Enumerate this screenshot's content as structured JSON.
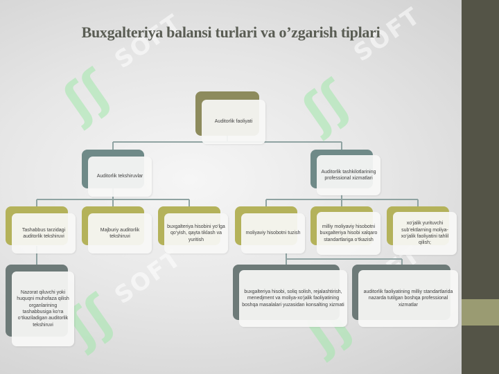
{
  "slide": {
    "title": "Buxgalteriya balansi turlari va o’zgarish tiplari",
    "watermark_text": "SOFT",
    "watermark_glyph": "ʃʃ"
  },
  "diagram": {
    "root": "Auditorlik faoliyati",
    "level1": [
      "Auditorlik tekshiruvlar",
      "Auditorlik tashkilotlarining professional xizmatlari"
    ],
    "level2_left": [
      "Tashabbus tarzidagi auditorlik tekshiruvi",
      "Majburiy auditorlik tekshiruvi",
      "buxgalteriya hisobini yo‘lga qo‘yish, qayta tiklash va yuritish"
    ],
    "level2_right": [
      "moliyaviy hisobotni tuzish",
      "milliy moliyaviy hisobotni buxgalteriya hisobi xalqaro standartlariga o‘tkazish",
      "xo‘jalik yurituvchi sub’ektlarning moliya-xo‘jalik faoliyatini tahlil qilish;"
    ],
    "level3_left": "Nazorat qiluvchi yoki huquqni muhofaza qilish organlarining tashabbusiga ko‘ra o‘tkaziladigan auditorlik tekshiruvi",
    "level3_right": [
      "buxgalteriya hisobi, soliq solish, rejalashtirish, menedjment va moliya-xo‘jalik faoliyatining boshqa masalalari yuzasidan konsalting xizmati",
      "auditorlik faoliyatining milliy standartlarida nazarda tutilgan boshqa professional xizmatlar"
    ]
  },
  "colors": {
    "right_band": "#545447",
    "right_accent": "#9a9b72",
    "olive": "#8d8b5d",
    "teal": "#6f8a88",
    "slate": "#6d7a78",
    "gold": "#b4b25a",
    "connector": "#8fa3a2"
  }
}
